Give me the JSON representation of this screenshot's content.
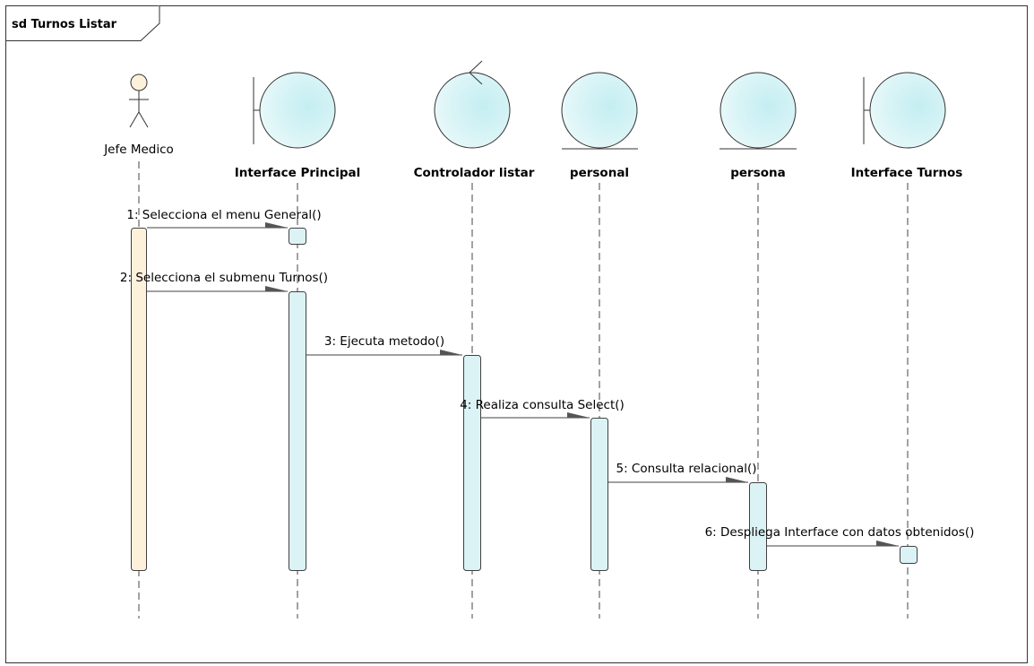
{
  "frame": {
    "title": "sd Turnos Listar"
  },
  "lifelines": [
    {
      "id": "jefe",
      "kind": "actor",
      "label": "Jefe Medico"
    },
    {
      "id": "iprincipal",
      "kind": "boundary",
      "label": "Interface Principal"
    },
    {
      "id": "controlador",
      "kind": "control",
      "label": "Controlador listar"
    },
    {
      "id": "personal",
      "kind": "entity",
      "label": "personal"
    },
    {
      "id": "persona",
      "kind": "entity",
      "label": "persona"
    },
    {
      "id": "iturnos",
      "kind": "boundary",
      "label": "Interface Turnos"
    }
  ],
  "messages": [
    {
      "label": "1: Selecciona el menu General()",
      "from": "jefe",
      "to": "iprincipal"
    },
    {
      "label": "2: Selecciona el submenu Turnos()",
      "from": "jefe",
      "to": "iprincipal"
    },
    {
      "label": "3: Ejecuta metodo()",
      "from": "iprincipal",
      "to": "controlador"
    },
    {
      "label": "4: Realiza consulta Select()",
      "from": "controlador",
      "to": "personal"
    },
    {
      "label": "5: Consulta relacional()",
      "from": "personal",
      "to": "persona"
    },
    {
      "label": "6: Despliega Interface con datos obtenidos()",
      "from": "persona",
      "to": "iturnos"
    }
  ],
  "colors": {
    "actor_activation_fill": "#fdf1dc",
    "activation_fill": "#dcf3f5",
    "circle_fill": "#bfe9ee",
    "line": "#404040",
    "arrowhead": "#555555"
  }
}
